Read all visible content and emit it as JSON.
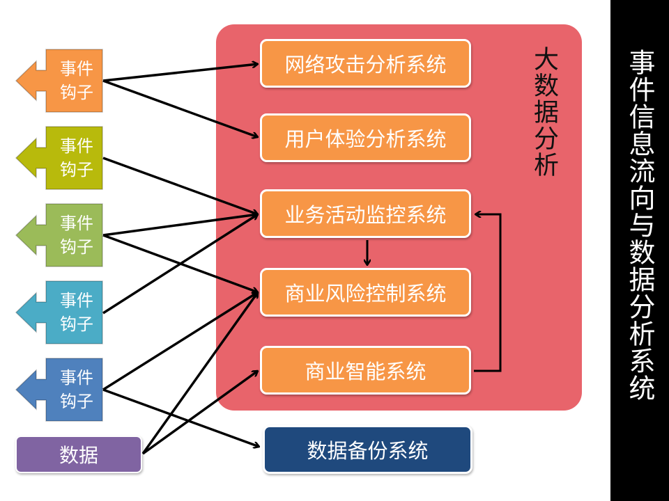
{
  "panel": {
    "title": "大数据分析",
    "color": "#E8646B"
  },
  "systems": [
    {
      "label": "网络攻击分析系统"
    },
    {
      "label": "用户体验分析系统"
    },
    {
      "label": "业务活动监控系统"
    },
    {
      "label": "商业风险控制系统"
    },
    {
      "label": "商业智能系统"
    }
  ],
  "backup": {
    "label": "数据备份系统",
    "color": "#1F497D"
  },
  "hooks": [
    {
      "label_line1": "事件",
      "label_line2": "钩子",
      "color": "#F79646"
    },
    {
      "label_line1": "事件",
      "label_line2": "钩子",
      "color": "#B8BA0C"
    },
    {
      "label_line1": "事件",
      "label_line2": "钩子",
      "color": "#9BBB59"
    },
    {
      "label_line1": "事件",
      "label_line2": "钩子",
      "color": "#4BACC6"
    },
    {
      "label_line1": "事件",
      "label_line2": "钩子",
      "color": "#4F81BD"
    }
  ],
  "data_source": {
    "label": "数据",
    "color": "#8064A2"
  },
  "sidebar": {
    "title": "事件信息流向与数据分析系统"
  }
}
